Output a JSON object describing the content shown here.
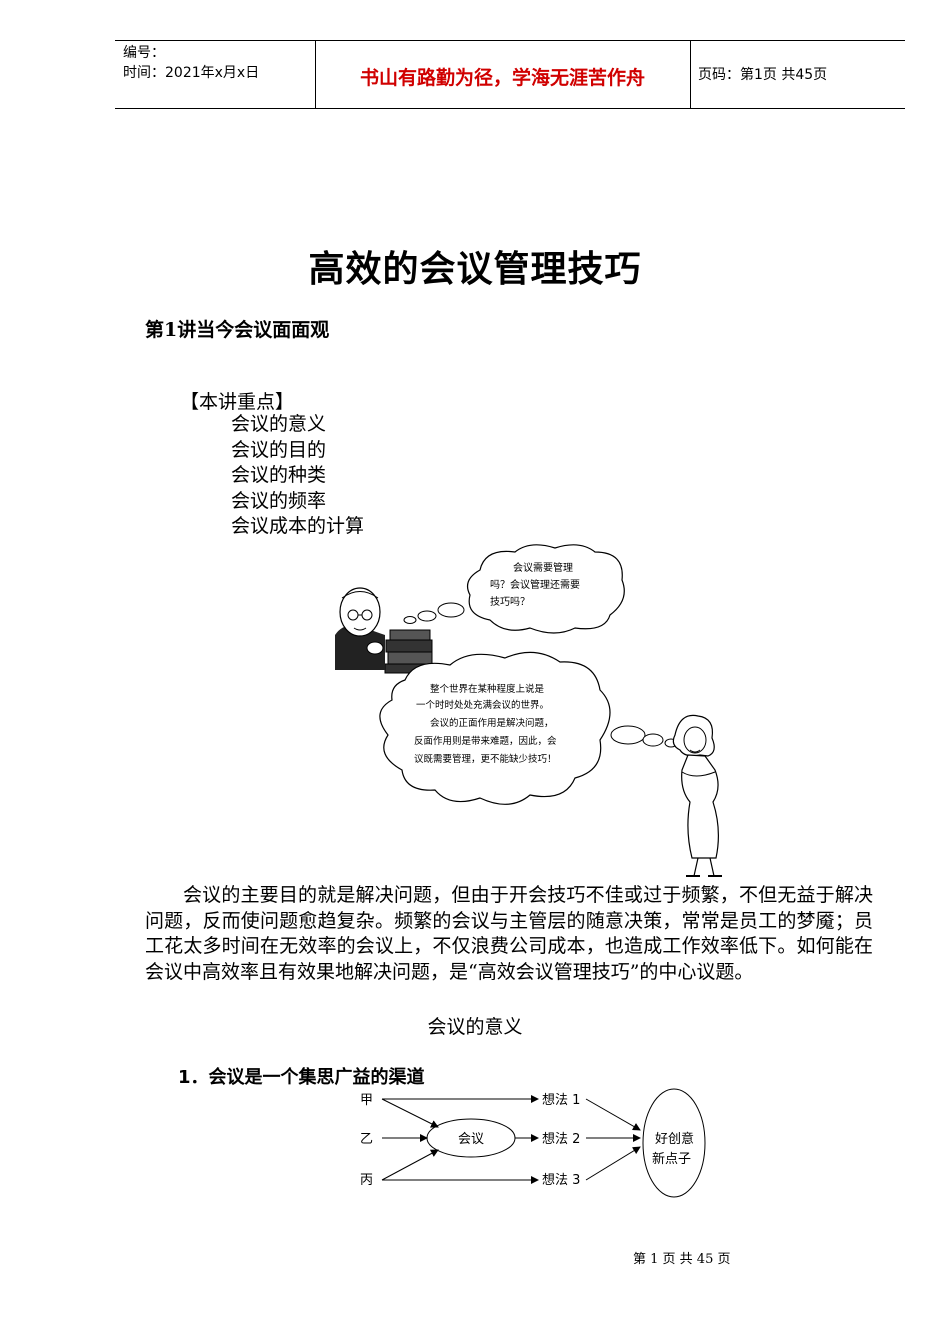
{
  "header": {
    "serial_label": "编号：",
    "time_label": "时间：2021年x月x日",
    "motto": "书山有路勤为径，学海无涯苦作舟",
    "page_info": "页码：第1页  共45页"
  },
  "document": {
    "title": "高效的会议管理技巧",
    "lecture_title": "第1讲当今会议面面观",
    "key_points_heading": "【本讲重点】",
    "key_points": [
      "会议的意义",
      "会议的目的",
      "会议的种类",
      "会议的频率",
      "会议成本的计算"
    ],
    "bubble_top": [
      "会议需要管理",
      "吗？会议管理还需要",
      "技巧吗？"
    ],
    "bubble_bottom": [
      "整个世界在某种程度上说是",
      "一个时时处处充满会议的世界。",
      "会议的正面作用是解决问题，",
      "反面作用则是带来难题，因此，会",
      "议既需要管理，更不能缺少技巧！"
    ],
    "paragraph": "会议的主要目的就是解决问题，但由于开会技巧不佳或过于频繁，不但无益于解决问题，反而使问题愈趋复杂。频繁的会议与主管层的随意决策，常常是员工的梦魇；员工花太多时间在无效率的会议上，不仅浪费公司成本，也造成工作效率低下。如何能在会议中高效率且有效果地解决问题，是“高效会议管理技巧”的中心议题。",
    "section_center": "会议的意义",
    "section_1": "1．会议是一个集思广益的渠道"
  },
  "diagram": {
    "inputs": [
      "甲",
      "乙",
      "丙"
    ],
    "hub": "会议",
    "ideas": [
      "想法 1",
      "想法 2",
      "想法 3"
    ],
    "result_line1": "好创意",
    "result_line2": "新点子"
  },
  "footer": {
    "page_text": "第 1 页 共 45 页"
  }
}
